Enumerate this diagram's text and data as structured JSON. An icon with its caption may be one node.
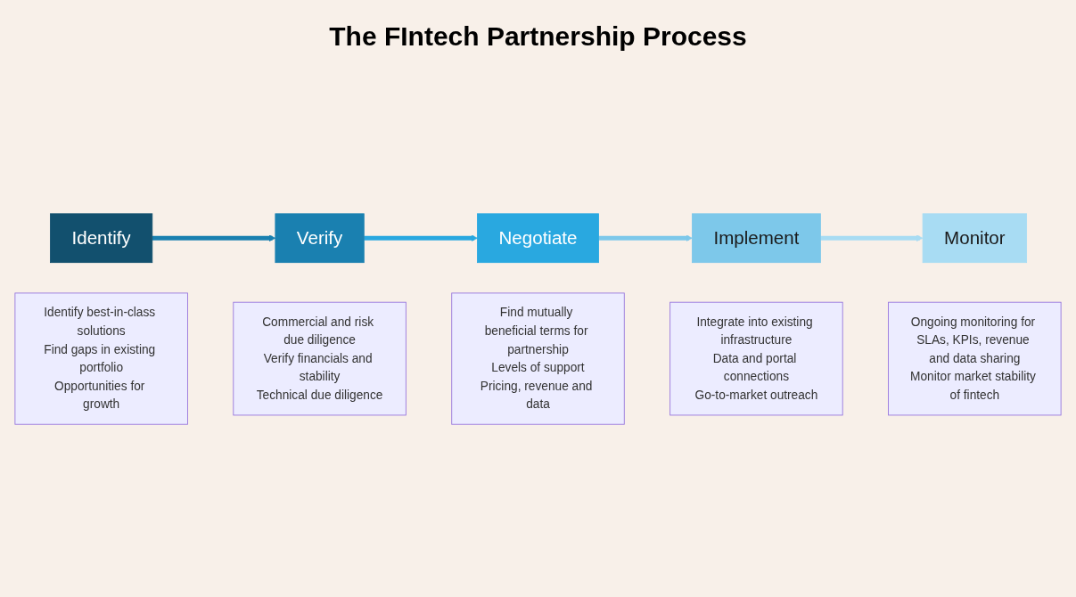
{
  "diagram": {
    "title": "The FIntech Partnership Process",
    "nodes": [
      {
        "text": [
          "Identify"
        ]
      },
      {
        "text": [
          "Verify"
        ]
      },
      {
        "text": [
          "Negotiate"
        ]
      },
      {
        "text": [
          "Implement"
        ]
      },
      {
        "text": [
          "Monitor"
        ]
      },
      {
        "text": [
          "Identify best-in-class solutions",
          "Find gaps in existing portfolio",
          "Opportunities for growth"
        ]
      },
      {
        "text": [
          "Commercial and risk due diligence",
          "Verify financials and stability",
          "Technical due diligence"
        ]
      },
      {
        "text": [
          "Find mutually beneficial terms for partnership",
          "Levels of support",
          "Pricing, revenue and data"
        ]
      },
      {
        "text": [
          "Integrate into existing infrastructure",
          "Data and portal connections",
          "Go-to-market outreach"
        ]
      },
      {
        "text": [
          "Ongoing monitoring for SLAs, KPIs, revenue and data sharing",
          "Monitor market stability of fintech"
        ]
      }
    ],
    "edges": [
      {
        "from": 0,
        "to": 1,
        "arrow": "to",
        "color": "#1a80b0"
      },
      {
        "from": 1,
        "to": 2,
        "arrow": "to",
        "color": "#29a8e0"
      },
      {
        "from": 2,
        "to": 3,
        "arrow": "to",
        "color": "#7dc8ea"
      },
      {
        "from": 3,
        "to": 4,
        "arrow": "to",
        "color": "#a8dcf3"
      }
    ]
  }
}
